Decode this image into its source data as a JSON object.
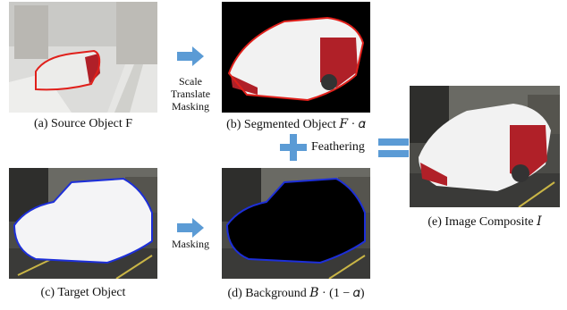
{
  "captions": {
    "a": "(a) Source Object F",
    "b": "(b) Segmented Object 𝐹 · 𝛼",
    "c": "(c) Target Object",
    "d": "(d) Background 𝐵 · (1 − 𝛼)",
    "e": "(e) Image Composite 𝐼"
  },
  "operations": {
    "top_arrow_labels": [
      "Scale",
      "Translate",
      "Masking"
    ],
    "bottom_arrow_label": "Masking",
    "feathering": "Feathering"
  },
  "colors": {
    "arrow": "#5b9bd5",
    "source_outline": "#e0201b",
    "target_outline": "#1d2fd8",
    "car_red": "#b02028",
    "snow": "#f2f2f2"
  },
  "icons": {
    "arrow": "right-arrow-icon",
    "plus": "plus-icon",
    "equals": "equals-icon"
  }
}
